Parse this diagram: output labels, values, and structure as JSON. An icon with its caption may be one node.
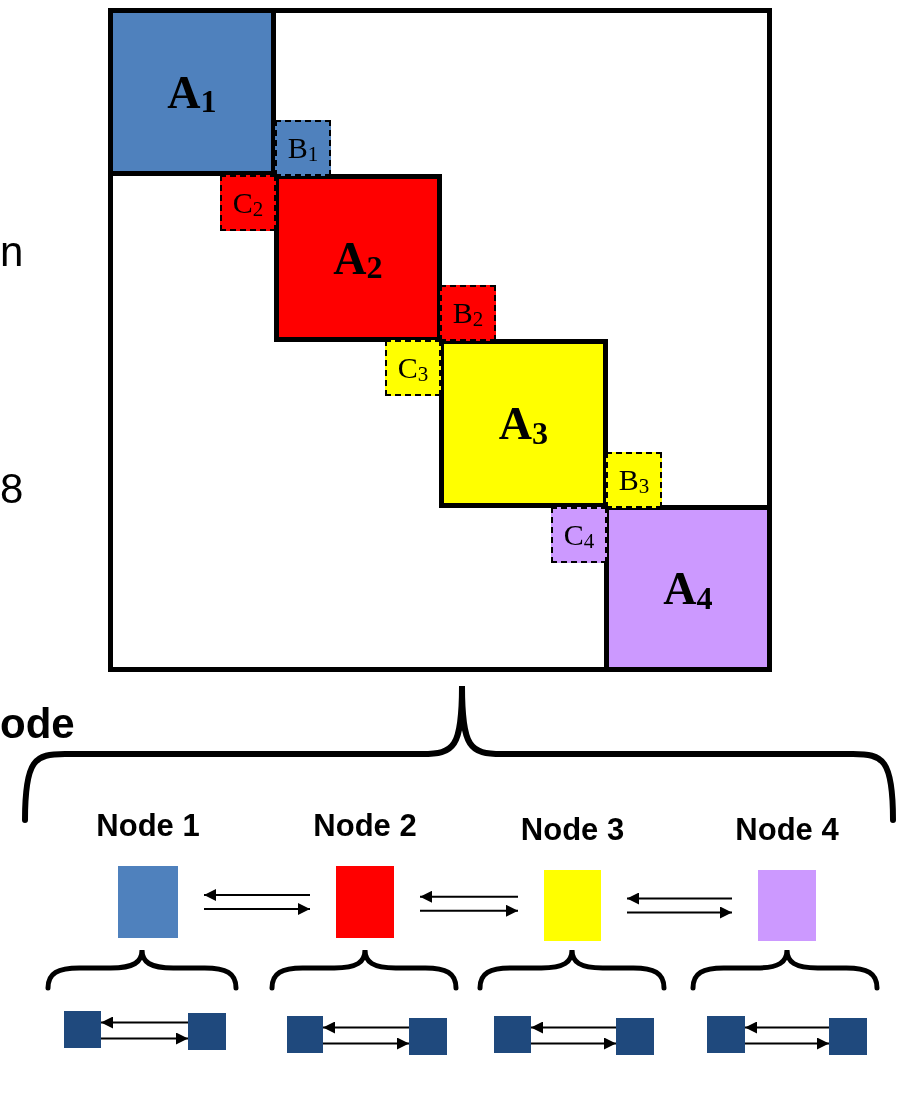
{
  "diagram": {
    "nodes": [
      {
        "text": [],
        "shape": "box"
      },
      {
        "text": [
          "A$_{1}$"
        ],
        "in": 0
      },
      {
        "text": [
          "B$_{1}$"
        ],
        "in": 0
      },
      {
        "text": [
          "C$_{2}$"
        ],
        "in": 0
      },
      {
        "text": [
          "A$_{2}$"
        ],
        "in": 0
      },
      {
        "text": [
          "B$_{2}$"
        ],
        "in": 0
      },
      {
        "text": [
          "C$_{3}$"
        ],
        "in": 0
      },
      {
        "text": [
          "A$_{3}$"
        ],
        "in": 0
      },
      {
        "text": [
          "B$_{3}$"
        ],
        "in": 0
      },
      {
        "text": [
          "C$_{4}$"
        ],
        "in": 0
      },
      {
        "text": [
          "A$_{4}$"
        ],
        "in": 0
      },
      {
        "text": [
          "Node 1"
        ]
      },
      {
        "text": [
          "Node 2"
        ]
      },
      {
        "text": [
          "Node 3"
        ]
      },
      {
        "text": [
          "Node 4"
        ]
      },
      {
        "text": [],
        "shape": "box"
      },
      {
        "text": [],
        "shape": "box"
      },
      {
        "text": [],
        "shape": "box"
      },
      {
        "text": [],
        "shape": "box"
      },
      {
        "text": [],
        "shape": "box"
      },
      {
        "text": [],
        "shape": "box"
      },
      {
        "text": [],
        "shape": "box"
      },
      {
        "text": [],
        "shape": "box"
      }
    ],
    "edges": [
      {
        "from": 12,
        "to": 11,
        "arrow": "to"
      },
      {
        "from": 11,
        "to": 12,
        "arrow": "to"
      },
      {
        "from": 13,
        "to": 12,
        "arrow": "to"
      },
      {
        "from": 12,
        "to": 13,
        "arrow": "to"
      },
      {
        "from": 14,
        "to": 13,
        "arrow": "to"
      },
      {
        "from": 13,
        "to": 14,
        "arrow": "to"
      },
      {
        "from": 16,
        "to": 15,
        "arrow": "to"
      },
      {
        "from": 15,
        "to": 16,
        "arrow": "to"
      },
      {
        "from": 18,
        "to": 17,
        "arrow": "to"
      },
      {
        "from": 17,
        "to": 18,
        "arrow": "to"
      },
      {
        "from": 20,
        "to": 19,
        "arrow": "to"
      },
      {
        "from": 19,
        "to": 20,
        "arrow": "to"
      },
      {
        "from": 22,
        "to": 21,
        "arrow": "to"
      },
      {
        "from": 21,
        "to": 22,
        "arrow": "to"
      }
    ],
    "labels": [
      "n",
      "8",
      "ode"
    ]
  }
}
